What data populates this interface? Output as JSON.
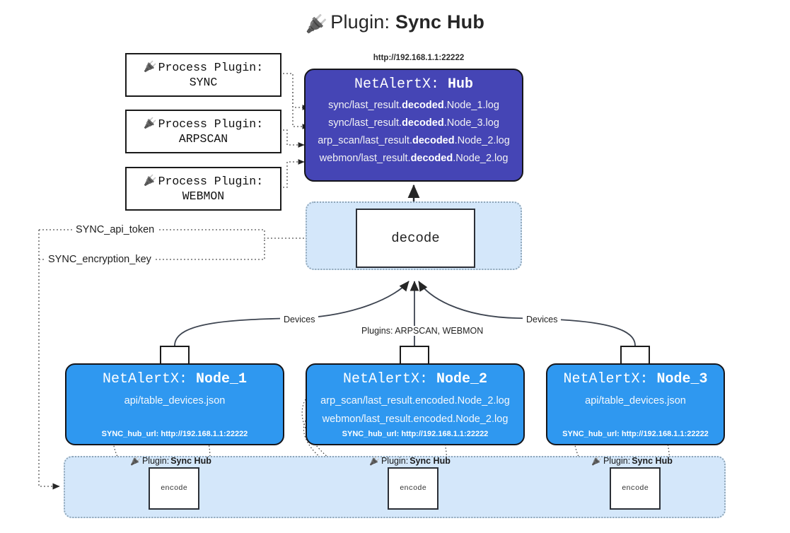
{
  "title": {
    "icon": "plug-icon",
    "prefix": "Plugin:",
    "name": "Sync Hub",
    "glyph": "🔌"
  },
  "colors": {
    "hub_fill": "#4545b5",
    "node_fill": "#2f98f0",
    "container_fill": "#d4e7fa",
    "container_border": "#8fa6b8",
    "box_border": "#15151a",
    "white": "#ffffff"
  },
  "process_plugins": [
    {
      "label": "Process Plugin:",
      "name": "SYNC"
    },
    {
      "label": "Process Plugin:",
      "name": "ARPSCAN"
    },
    {
      "label": "Process Plugin:",
      "name": "WEBMON"
    }
  ],
  "hub": {
    "url": "http://192.168.1.1:22222",
    "title_prefix": "NetAlertX:",
    "title_name": "Hub",
    "logs": [
      {
        "pre": "sync/last_result.",
        "bold": "decoded",
        "post": ".Node_1.log"
      },
      {
        "pre": "sync/last_result.",
        "bold": "decoded",
        "post": ".Node_3.log"
      },
      {
        "pre": "arp_scan/last_result.",
        "bold": "decoded",
        "post": ".Node_2.log"
      },
      {
        "pre": "webmon/last_result.",
        "bold": "decoded",
        "post": ".Node_2.log"
      }
    ]
  },
  "decode": {
    "label": "decode"
  },
  "keys": {
    "api_token": "SYNC_api_token",
    "encryption_key": "SYNC_encryption_key"
  },
  "edge_labels": {
    "devices_left": "Devices",
    "devices_right": "Devices",
    "plugins_center": "Plugins: ARPSCAN, WEBMON"
  },
  "nodes": [
    {
      "title_prefix": "NetAlertX:",
      "title_name": "Node_1",
      "lines": [
        "api/table_devices.json"
      ],
      "footer": "SYNC_hub_url: http://192.168.1.1:22222"
    },
    {
      "title_prefix": "NetAlertX:",
      "title_name": "Node_2",
      "lines": [
        "arp_scan/last_result.encoded.Node_2.log",
        "webmon/last_result.encoded.Node_2.log"
      ],
      "footer": "SYNC_hub_url: http://192.168.1.1:22222"
    },
    {
      "title_prefix": "NetAlertX:",
      "title_name": "Node_3",
      "lines": [
        "api/table_devices.json"
      ],
      "footer": "SYNC_hub_url: http://192.168.1.1:22222"
    }
  ],
  "encoders": [
    {
      "plugin_prefix": "Plugin:",
      "plugin_name": "Sync Hub",
      "box_label": "encode"
    },
    {
      "plugin_prefix": "Plugin:",
      "plugin_name": "Sync Hub",
      "box_label": "encode"
    },
    {
      "plugin_prefix": "Plugin:",
      "plugin_name": "Sync Hub",
      "box_label": "encode"
    }
  ]
}
